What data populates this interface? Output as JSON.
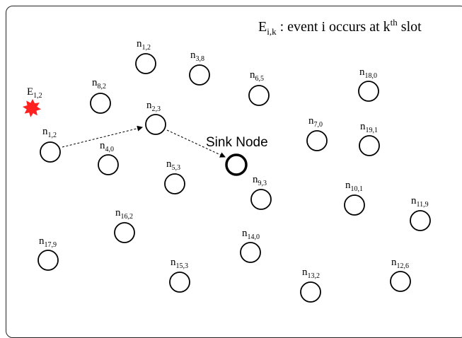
{
  "legend": {
    "main": "E",
    "sub": "i,k",
    "text": " : event i occurs at k",
    "sup": "th",
    "tail": " slot"
  },
  "event_marker": {
    "label": "E",
    "sub": "1,2",
    "color": "#ff2020"
  },
  "sink": {
    "label": "Sink Node"
  },
  "nodes": [
    {
      "id": "n-1-2",
      "label": "n",
      "sub": "1,2"
    },
    {
      "id": "n-1-2-top",
      "label": "n",
      "sub": "1,2"
    },
    {
      "id": "n-3-8",
      "label": "n",
      "sub": "3,8"
    },
    {
      "id": "n-8-2",
      "label": "n",
      "sub": "8,2"
    },
    {
      "id": "n-6-5",
      "label": "n",
      "sub": "6,5"
    },
    {
      "id": "n-2-3",
      "label": "n",
      "sub": "2,3"
    },
    {
      "id": "n-18-0",
      "label": "n",
      "sub": "18,0"
    },
    {
      "id": "n-7-0",
      "label": "n",
      "sub": "7,0"
    },
    {
      "id": "n-19-1",
      "label": "n",
      "sub": "19,1"
    },
    {
      "id": "n-4-0",
      "label": "n",
      "sub": "4,0"
    },
    {
      "id": "n-5-3",
      "label": "n",
      "sub": "5,3"
    },
    {
      "id": "n-9-3",
      "label": "n",
      "sub": "9,3"
    },
    {
      "id": "n-10-1",
      "label": "n",
      "sub": "10,1"
    },
    {
      "id": "n-11-9",
      "label": "n",
      "sub": "11,9"
    },
    {
      "id": "n-16-2",
      "label": "n",
      "sub": "16,2"
    },
    {
      "id": "n-14-0",
      "label": "n",
      "sub": "14,0"
    },
    {
      "id": "n-17-9",
      "label": "n",
      "sub": "17,9"
    },
    {
      "id": "n-15-3",
      "label": "n",
      "sub": "15,3"
    },
    {
      "id": "n-13-2",
      "label": "n",
      "sub": "13,2"
    },
    {
      "id": "n-12-6",
      "label": "n",
      "sub": "12,6"
    }
  ],
  "paths": [
    {
      "from": "n-1-2",
      "to": "n-2-3",
      "style": "dashed"
    },
    {
      "from": "n-2-3",
      "to": "sink",
      "style": "dashed"
    }
  ]
}
